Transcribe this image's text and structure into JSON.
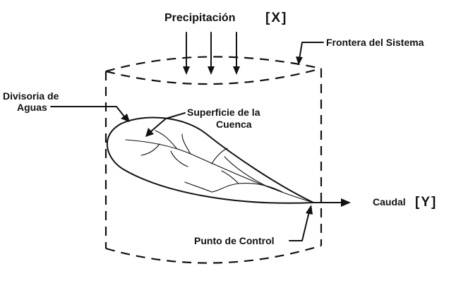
{
  "labels": {
    "precipitation": "Precipitación",
    "precipitation_symbol": "[X]",
    "system_boundary": "Frontera del Sistema",
    "water_divide_line1": "Divisoria de",
    "water_divide_line2": "Aguas",
    "basin_surface_line1": "Superficie de la",
    "basin_surface_line2": "Cuenca",
    "flow": "Caudal",
    "flow_symbol": "[Y]",
    "control_point": "Punto de Control"
  },
  "colors": {
    "ink": "#111111",
    "background": "#ffffff"
  }
}
